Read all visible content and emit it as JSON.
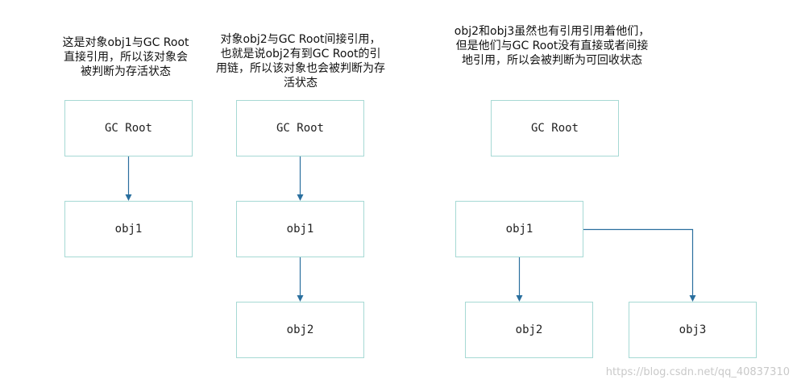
{
  "captions": {
    "c1": "这是对象obj1与GC Root直接引用，所以该对象会被判断为存活状态",
    "c2": "对象obj2与GC Root间接引用，也就是说obj2有到GC Root的引用链，所以该对象也会被判断为存活状态",
    "c3": "obj2和obj3虽然也有引用引用着他们，但是他们与GC Root没有直接或者间接地引用，所以会被判断为可回收状态"
  },
  "nodes": {
    "d1_root": "GC Root",
    "d1_obj1": "obj1",
    "d2_root": "GC Root",
    "d2_obj1": "obj1",
    "d2_obj2": "obj2",
    "d3_root": "GC Root",
    "d3_obj1": "obj1",
    "d3_obj2": "obj2",
    "d3_obj3": "obj3"
  },
  "watermark": "https://blog.csdn.net/qq_40837310",
  "colors": {
    "node_border": "#a6d9d4",
    "arrow": "#2a6f9e"
  }
}
